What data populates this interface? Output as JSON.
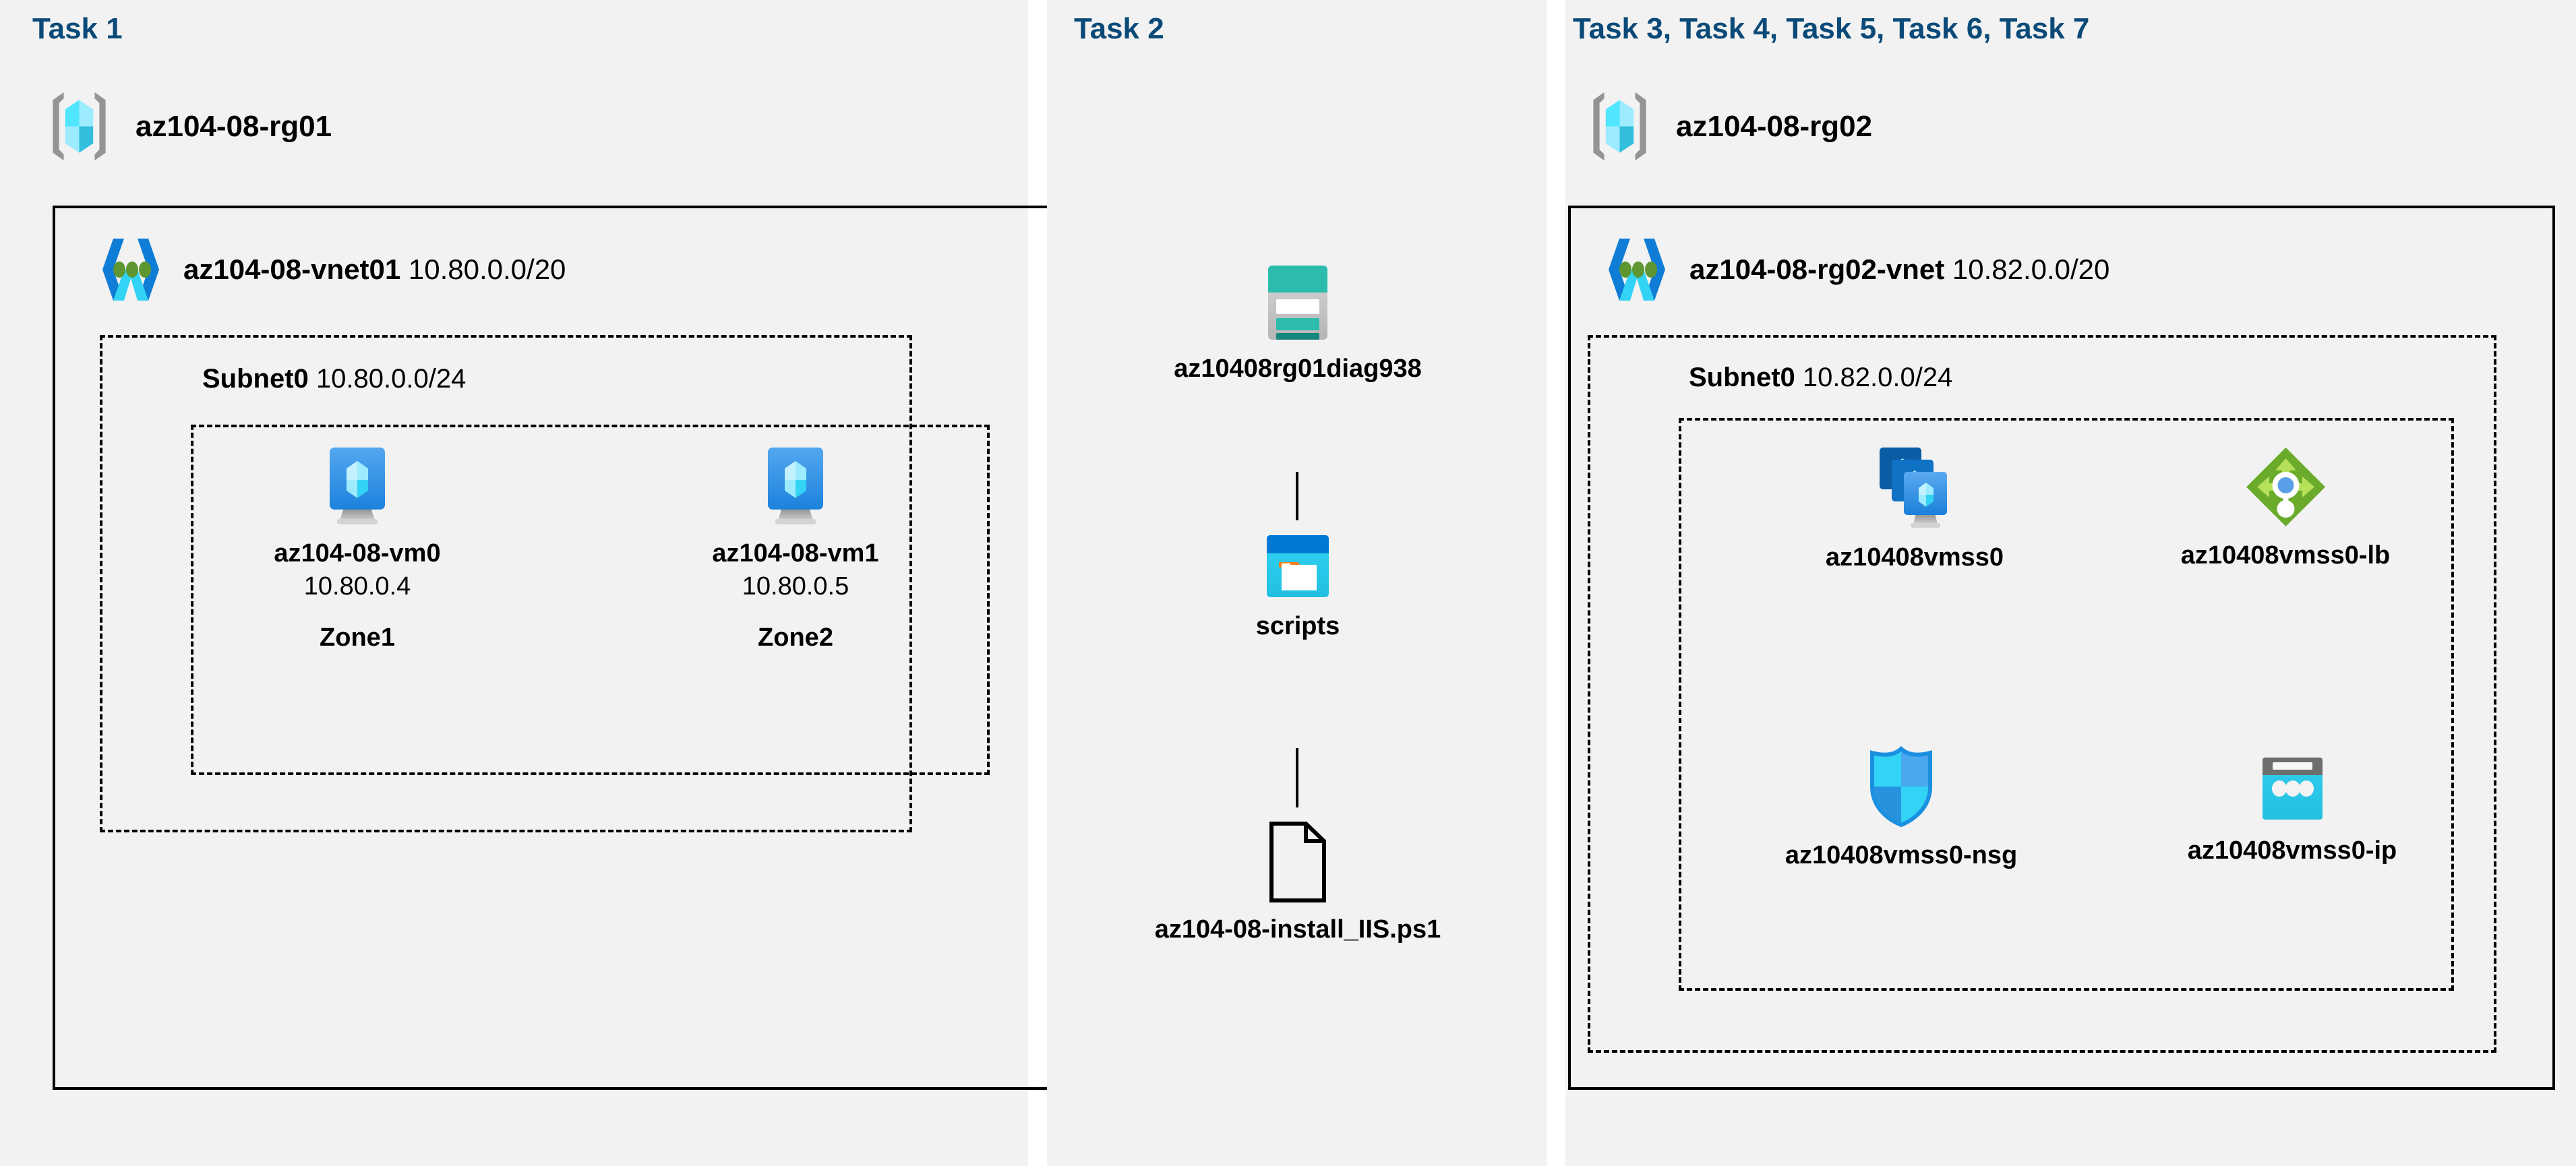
{
  "panels": [
    {
      "id": "task1",
      "title": "Task 1"
    },
    {
      "id": "task2",
      "title": "Task 2"
    },
    {
      "id": "task3",
      "title": "Task 3, Task 4, Task 5, Task 6, Task 7"
    }
  ],
  "colors": {
    "task_title": "#0b4a78",
    "panel_bg": "#f2f2f2",
    "page_bg": "#ffffff",
    "outline": "#000000",
    "vm_blue": "#3b8ee0",
    "vnet_blue": "#1b93e0",
    "vnet_green": "#5e9732",
    "storage_teal": "#2bbcad",
    "blob_blue": "#0078d4",
    "blob_cyan": "#2fc5f0",
    "blob_orange": "#f58220",
    "lb_green": "#6aab2b",
    "nsg_cyan": "#32d3f5",
    "ip_cyan": "#32c5f0",
    "rg_gray": "#949494",
    "rg_cube_cyan": "#50e6ff"
  },
  "task1": {
    "resource_group": {
      "name": "az104-08-rg01",
      "icon": "resource-group-icon"
    },
    "vnet": {
      "name": "az104-08-vnet01",
      "cidr": "10.80.0.0/20",
      "icon": "virtual-network-icon"
    },
    "subnet": {
      "name": "Subnet0",
      "cidr": "10.80.0.0/24"
    },
    "vms": [
      {
        "name": "az104-08-vm0",
        "ip": "10.80.0.4",
        "zone": "Zone1",
        "icon": "virtual-machine-icon"
      },
      {
        "name": "az104-08-vm1",
        "ip": "10.80.0.5",
        "zone": "Zone2",
        "icon": "virtual-machine-icon"
      }
    ]
  },
  "task2": {
    "items": [
      {
        "name": "az10408rg01diag938",
        "icon": "storage-account-icon"
      },
      {
        "name": "scripts",
        "icon": "blob-container-icon"
      },
      {
        "name": "az104-08-install_IIS.ps1",
        "icon": "file-icon"
      }
    ]
  },
  "task3": {
    "resource_group": {
      "name": "az104-08-rg02",
      "icon": "resource-group-icon"
    },
    "vnet": {
      "name": "az104-08-rg02-vnet",
      "cidr": "10.82.0.0/20",
      "icon": "virtual-network-icon"
    },
    "subnet": {
      "name": "Subnet0",
      "cidr": "10.82.0.0/24"
    },
    "resources": [
      {
        "name": "az10408vmss0",
        "icon": "vm-scale-set-icon"
      },
      {
        "name": "az10408vmss0-lb",
        "icon": "load-balancer-icon"
      },
      {
        "name": "az10408vmss0-nsg",
        "icon": "network-security-group-icon"
      },
      {
        "name": "az10408vmss0-ip",
        "icon": "public-ip-address-icon"
      }
    ]
  }
}
